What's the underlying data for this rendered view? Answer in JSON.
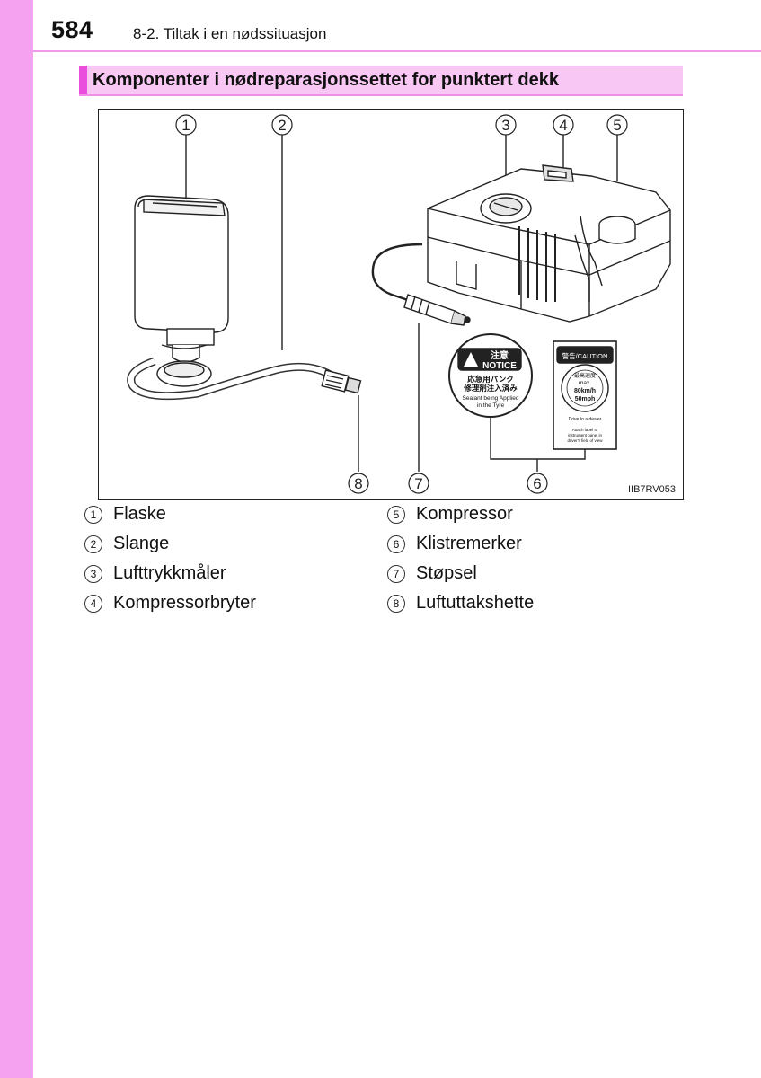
{
  "header": {
    "page_number": "584",
    "running_title": "8-2. Tiltak i en nødssituasjon"
  },
  "section": {
    "title": "Komponenter i nødreparasjonssettet for punktert dekk"
  },
  "figure": {
    "code": "IIB7RV053",
    "callouts": [
      "1",
      "2",
      "3",
      "4",
      "5",
      "6",
      "7",
      "8"
    ],
    "notice_sticker": {
      "kanji": "注意",
      "word": "NOTICE",
      "line1": "応急用パンク",
      "line2": "修理剤注入済み",
      "line3": "Sealant being Applied",
      "line4": "in the Tyre"
    },
    "caution_sticker": {
      "header": "警告/CAUTION",
      "kanji": "最高速度",
      "max": "max.",
      "kmh": "80km/h",
      "mph": "50mph",
      "drive": "Drive to a dealer",
      "attach1": "Attach label to",
      "attach2": "instrument panel in",
      "attach3": "driver's field of view"
    }
  },
  "legend": {
    "items": [
      {
        "num": "1",
        "label": "Flaske"
      },
      {
        "num": "2",
        "label": "Slange"
      },
      {
        "num": "3",
        "label": "Lufttrykkmåler"
      },
      {
        "num": "4",
        "label": "Kompressorbryter"
      },
      {
        "num": "5",
        "label": "Kompressor"
      },
      {
        "num": "6",
        "label": "Klistremerker"
      },
      {
        "num": "7",
        "label": "Støpsel"
      },
      {
        "num": "8",
        "label": "Luftuttakshette"
      }
    ]
  },
  "colors": {
    "accent_pink": "#e94fdc",
    "side_bar_pink": "#f5a3f0",
    "heading_bg": "#f8c7f4"
  }
}
